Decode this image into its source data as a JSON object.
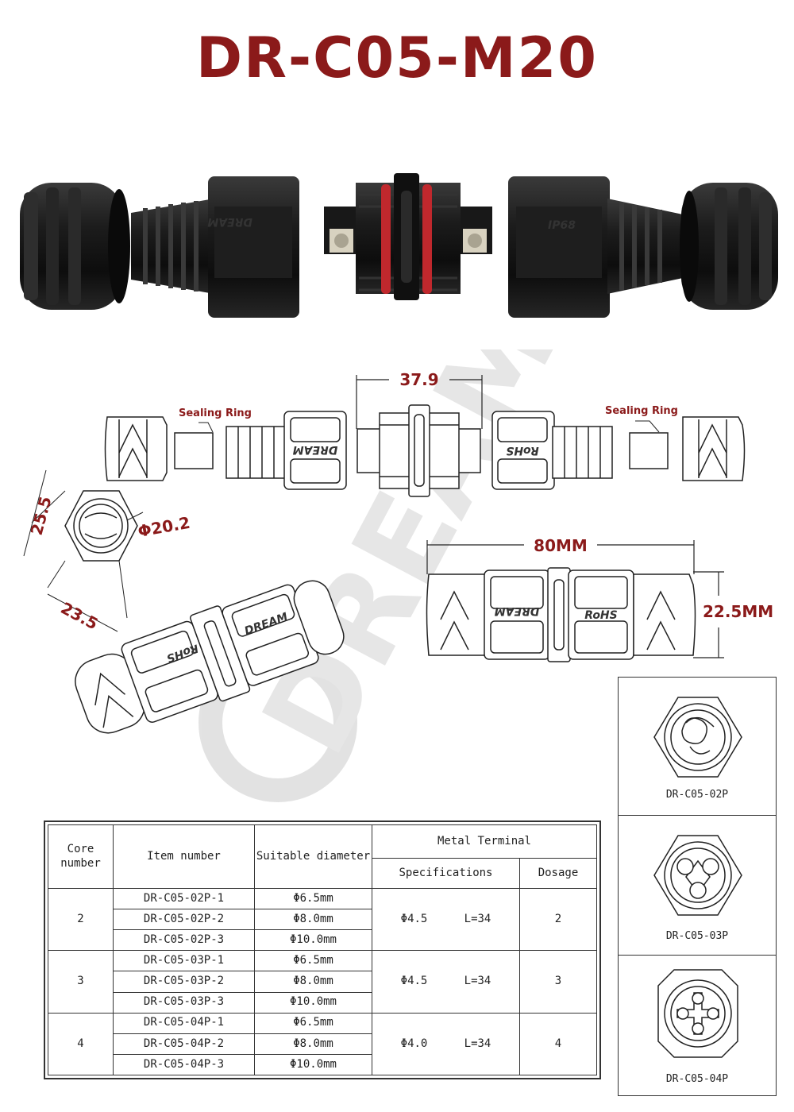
{
  "title": "DR-C05-M20",
  "drawing": {
    "sealing_ring_left": "Sealing Ring",
    "sealing_ring_right": "Sealing Ring",
    "dim_center_length": "37.9",
    "dim_total_length": "80MM",
    "dim_height": "22.5MM",
    "dim_hex_side": "25.5",
    "dim_hex_diameter": "Φ20.2",
    "dim_hex_bottom": "23.5",
    "brand_dream": "DREAM",
    "brand_rohs": "RoHS"
  },
  "table": {
    "headers": {
      "core_number": "Core number",
      "item_number": "Item number",
      "suitable_diameter": "Suitable diameter",
      "metal_terminal": "Metal Terminal",
      "specifications": "Specifications",
      "dosage": "Dosage"
    },
    "groups": [
      {
        "core": "2",
        "items": [
          "DR-C05-02P-1",
          "DR-C05-02P-2",
          "DR-C05-02P-3"
        ],
        "diameters": [
          "Φ6.5mm",
          "Φ8.0mm",
          "Φ10.0mm"
        ],
        "spec_diameter": "Φ4.5",
        "spec_length": "L=34",
        "dosage": "2"
      },
      {
        "core": "3",
        "items": [
          "DR-C05-03P-1",
          "DR-C05-03P-2",
          "DR-C05-03P-3"
        ],
        "diameters": [
          "Φ6.5mm",
          "Φ8.0mm",
          "Φ10.0mm"
        ],
        "spec_diameter": "Φ4.5",
        "spec_length": "L=34",
        "dosage": "3"
      },
      {
        "core": "4",
        "items": [
          "DR-C05-04P-1",
          "DR-C05-04P-2",
          "DR-C05-04P-3"
        ],
        "diameters": [
          "Φ6.5mm",
          "Φ8.0mm",
          "Φ10.0mm"
        ],
        "spec_diameter": "Φ4.0",
        "spec_length": "L=34",
        "dosage": "4"
      }
    ]
  },
  "variants": [
    {
      "label": "DR-C05-02P"
    },
    {
      "label": "DR-C05-03P"
    },
    {
      "label": "DR-C05-04P"
    }
  ],
  "colors": {
    "title_red": "#8b1a1a",
    "seal_red": "#c0282d",
    "housing_black": "#1a1a1a"
  }
}
